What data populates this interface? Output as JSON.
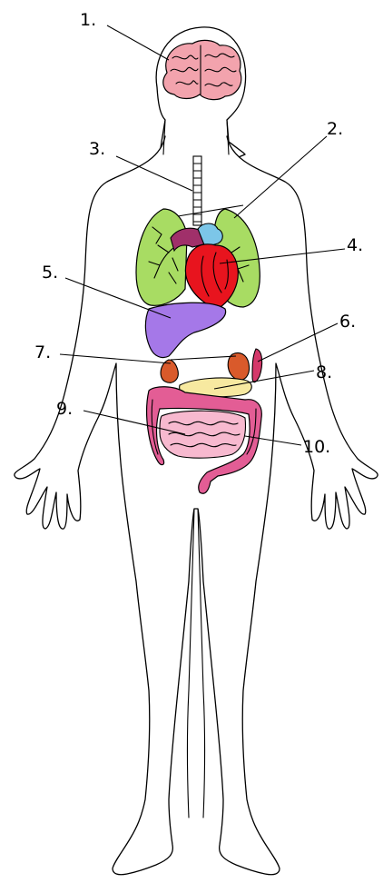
{
  "labels": [
    {
      "id": "label-1",
      "text": "1."
    },
    {
      "id": "label-2",
      "text": "2."
    },
    {
      "id": "label-3",
      "text": "3."
    },
    {
      "id": "label-4",
      "text": "4."
    },
    {
      "id": "label-5",
      "text": "5."
    },
    {
      "id": "label-6",
      "text": "6."
    },
    {
      "id": "label-7",
      "text": "7."
    },
    {
      "id": "label-8",
      "text": "8."
    },
    {
      "id": "label-9",
      "text": "9."
    },
    {
      "id": "label-10",
      "text": "10."
    }
  ],
  "colors": {
    "brain": "#f2a3ad",
    "lungs": "#a8dc63",
    "heart": "#e8141e",
    "liver": "#a578e8",
    "kidney": "#d95a2b",
    "pancreas": "#f7e9a0",
    "intestine": "#e35d95",
    "small_intestine": "#f7b9cf",
    "vessels": "#7cc6e8"
  }
}
